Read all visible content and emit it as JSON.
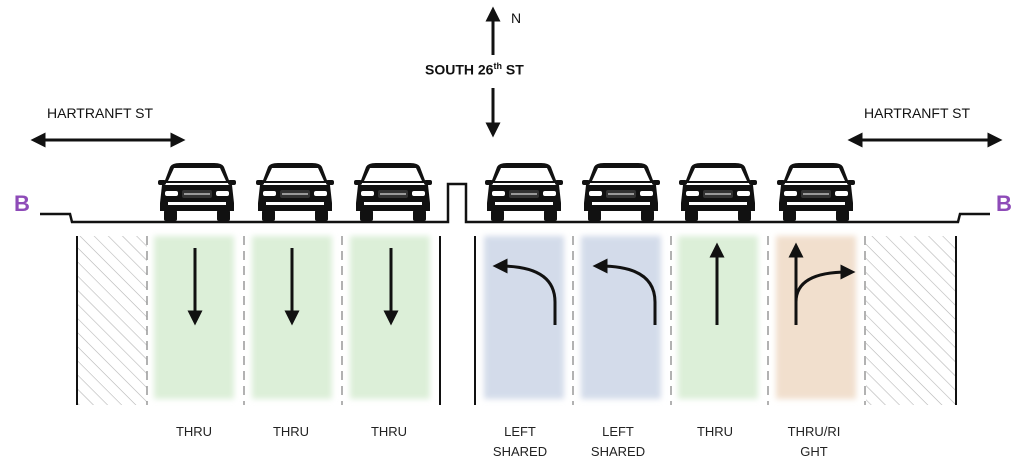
{
  "north_label": "N",
  "cross_street": {
    "name": "SOUTH 26",
    "sup": "th",
    "suffix": "ST"
  },
  "street_west": "HARTRANFT ST",
  "street_east": "HARTRANFT ST",
  "section_marker_left": "B",
  "section_marker_right": "B",
  "lanes": [
    {
      "label": "THRU",
      "movement": "thru-southbound",
      "color": "#dcefd8"
    },
    {
      "label": "THRU",
      "movement": "thru-southbound",
      "color": "#dcefd8"
    },
    {
      "label": "THRU",
      "movement": "thru-southbound",
      "color": "#dcefd8"
    },
    {
      "label": "LEFT SHARED",
      "movement": "left-turn",
      "color": "#d3dbea"
    },
    {
      "label": "LEFT SHARED",
      "movement": "left-turn",
      "color": "#d3dbea"
    },
    {
      "label": "THRU",
      "movement": "thru-northbound",
      "color": "#dcefd8"
    },
    {
      "label": "THRU/RI GHT",
      "movement": "thru-right",
      "color": "#f1dfcd"
    }
  ],
  "icons": {
    "car": "car-front-icon",
    "arrow_down": "arrow-down-icon",
    "arrow_up": "arrow-up-icon",
    "arrow_left_turn": "left-turn-arrow-icon",
    "arrow_thru_right": "thru-right-arrow-icon",
    "two_way": "double-arrow-icon"
  }
}
